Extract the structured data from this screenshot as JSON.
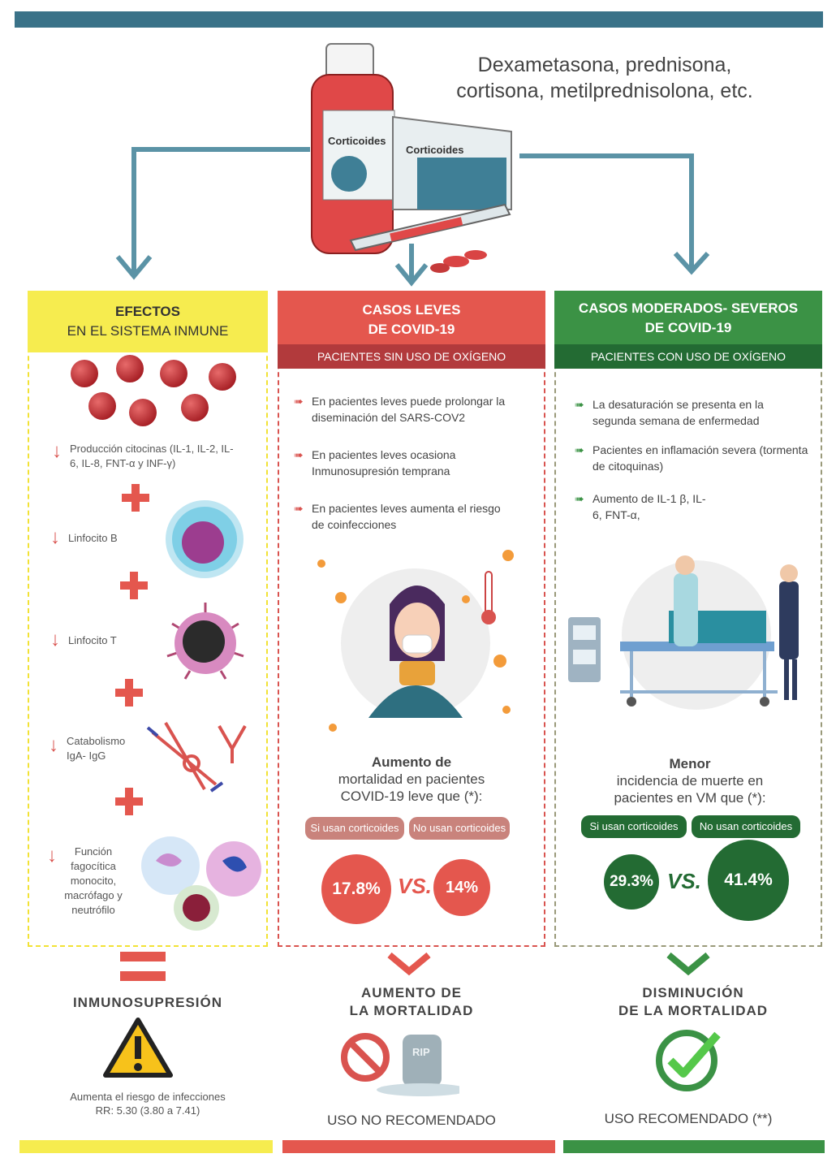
{
  "drugs_line1": "Dexametasona, prednisona,",
  "drugs_line2": "cortisona, metilprednisolona, etc.",
  "bottle_label": "Corticoides",
  "box_label": "Corticoides",
  "col1": {
    "title_l1": "EFECTOS",
    "title_l2": "EN EL SISTEMA INMUNE",
    "items": [
      "Producción citocinas (IL-1, IL-2, IL-6, IL-8, FNT-α y INF-γ)",
      "Linfocito B",
      "Linfocito T",
      "Catabolismo IgA- IgG",
      "Función fagocítica monocito, macrófago y neutrófilo"
    ],
    "result_title": "INMUNOSUPRESIÓN",
    "result_l1": "Aumenta el riesgo de infecciones",
    "result_l2": "RR: 5.30 (3.80 a 7.41)"
  },
  "col2": {
    "title_l1": "CASOS LEVES",
    "title_l2": "DE COVID-19",
    "subtitle": "PACIENTES SIN USO DE OXÍGENO",
    "bullets": [
      "En pacientes leves puede prolongar la diseminación del SARS-COV2",
      "En pacientes leves ocasiona Inmunosupresión temprana",
      "En pacientes leves aumenta el riesgo de coinfecciones"
    ],
    "stat_l1": "Aumento de",
    "stat_l2": "mortalidad en pacientes",
    "stat_l3": "COVID-19 leve que (*):",
    "pill_yes": "Si usan corticoides",
    "pill_no": "No usan corticoides",
    "val_yes": "17.8%",
    "vs": "VS.",
    "val_no": "14%",
    "result_l1": "AUMENTO DE",
    "result_l2": "LA MORTALIDAD",
    "rip": "RIP",
    "footer": "USO NO RECOMENDADO"
  },
  "col3": {
    "title_l1": "CASOS MODERADOS- SEVEROS",
    "title_l2": "DE COVID-19",
    "subtitle": "PACIENTES CON USO DE OXÍGENO",
    "bullets": [
      "La desaturación se presenta en la segunda semana de enfermedad",
      "Pacientes en inflamación severa (tormenta de citoquinas)",
      "Aumento de IL-1 β, IL-6, FNT-α,"
    ],
    "stat_l1": "Menor",
    "stat_l2": "incidencia de muerte en",
    "stat_l3": "pacientes en VM que (*):",
    "pill_yes": "Si usan corticoides",
    "pill_no": "No usan corticoides",
    "val_yes": "29.3%",
    "vs": "VS.",
    "val_no": "41.4%",
    "result_l1": "DISMINUCIÓN",
    "result_l2": "DE LA MORTALIDAD",
    "footer": "USO  RECOMENDADO (**)"
  },
  "colors": {
    "teal": "#3a7288",
    "yellow": "#f6ec4f",
    "red": "#e4574e",
    "darkred": "#b23a3c",
    "green": "#3b9245",
    "darkgreen": "#236b33"
  }
}
